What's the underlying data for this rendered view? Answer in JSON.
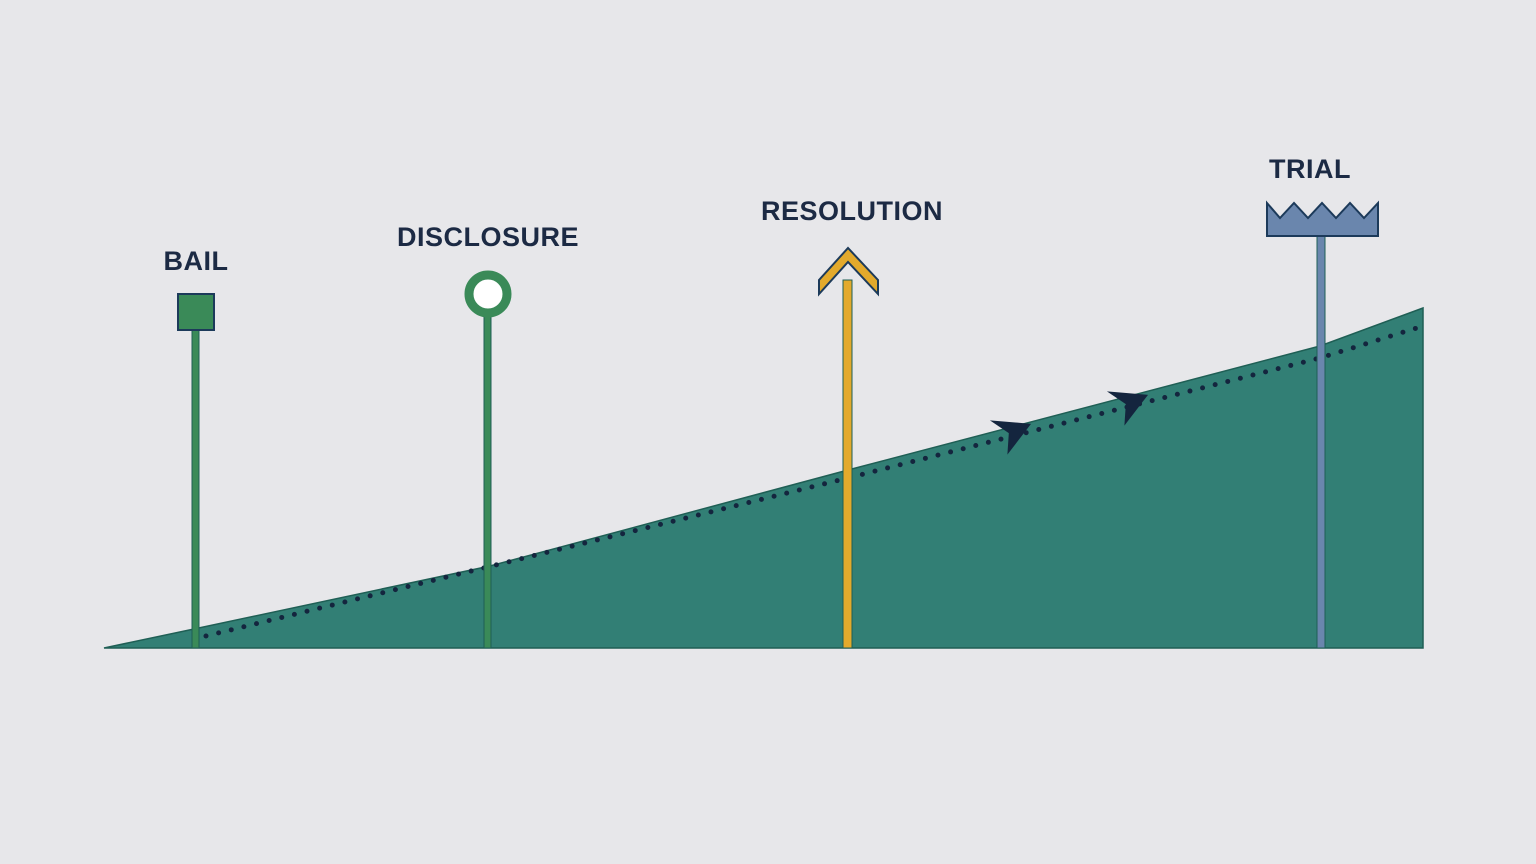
{
  "colors": {
    "background": "#e7e7ea",
    "area_fill": "#327f75",
    "area_stroke": "#1f5f55",
    "trend_dots": "#14253e",
    "label_text": "#1c2a44",
    "bail": "#3a8a58",
    "disclosure": "#3a8a58",
    "resolution": "#e3aa2c",
    "trial": "#6a86ad",
    "marker_outline": "#1c3a5a"
  },
  "milestones": [
    {
      "id": "bail",
      "label": "BAIL",
      "marker": "square",
      "icon": "square-marker-icon"
    },
    {
      "id": "disclosure",
      "label": "DISCLOSURE",
      "marker": "ring",
      "icon": "ring-marker-icon"
    },
    {
      "id": "resolution",
      "label": "RESOLUTION",
      "marker": "chevron-up",
      "icon": "chevron-up-icon"
    },
    {
      "id": "trial",
      "label": "TRIAL",
      "marker": "crown",
      "icon": "crown-marker-icon"
    }
  ],
  "direction_arrows": [
    "arrow-pointer-icon",
    "arrow-pointer-icon"
  ]
}
